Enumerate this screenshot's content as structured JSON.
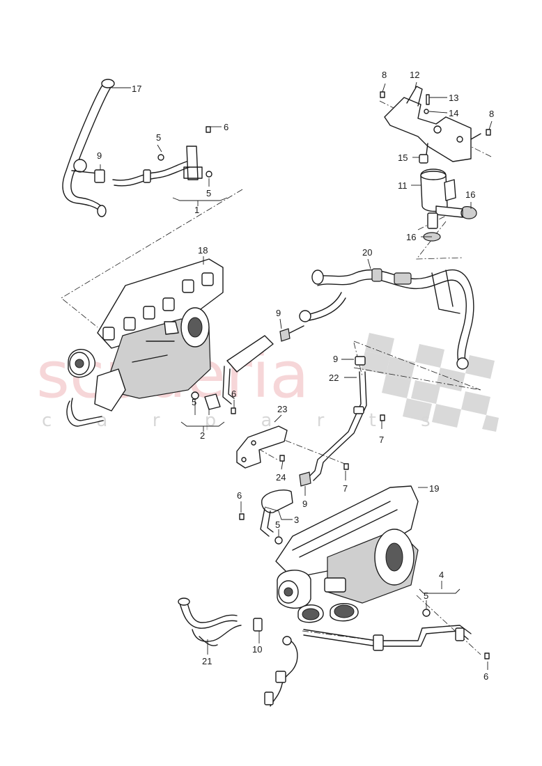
{
  "watermark": {
    "brand": "scuderia",
    "tagline": "c a r   p a r t s",
    "brand_color": "#f0b5b8",
    "flag_color": "#d9d9d9"
  },
  "callouts": [
    {
      "id": "c1",
      "label": "1"
    },
    {
      "id": "c2",
      "label": "2"
    },
    {
      "id": "c3",
      "label": "3"
    },
    {
      "id": "c4",
      "label": "4"
    },
    {
      "id": "c5a",
      "label": "5"
    },
    {
      "id": "c5b",
      "label": "5"
    },
    {
      "id": "c5c",
      "label": "5"
    },
    {
      "id": "c5d",
      "label": "5"
    },
    {
      "id": "c6a",
      "label": "6"
    },
    {
      "id": "c6b",
      "label": "6"
    },
    {
      "id": "c6c",
      "label": "6"
    },
    {
      "id": "c6d",
      "label": "6"
    },
    {
      "id": "c6e",
      "label": "6"
    },
    {
      "id": "c7a",
      "label": "7"
    },
    {
      "id": "c7b",
      "label": "7"
    },
    {
      "id": "c8a",
      "label": "8"
    },
    {
      "id": "c8b",
      "label": "8"
    },
    {
      "id": "c9a",
      "label": "9"
    },
    {
      "id": "c9b",
      "label": "9"
    },
    {
      "id": "c9c",
      "label": "9"
    },
    {
      "id": "c9d",
      "label": "9"
    },
    {
      "id": "c10",
      "label": "10"
    },
    {
      "id": "c11",
      "label": "11"
    },
    {
      "id": "c12",
      "label": "12"
    },
    {
      "id": "c13",
      "label": "13"
    },
    {
      "id": "c14",
      "label": "14"
    },
    {
      "id": "c15",
      "label": "15"
    },
    {
      "id": "c16a",
      "label": "16"
    },
    {
      "id": "c16b",
      "label": "16"
    },
    {
      "id": "c17",
      "label": "17"
    },
    {
      "id": "c18",
      "label": "18"
    },
    {
      "id": "c19",
      "label": "19"
    },
    {
      "id": "c20",
      "label": "20"
    },
    {
      "id": "c21",
      "label": "21"
    },
    {
      "id": "c22",
      "label": "22"
    },
    {
      "id": "c23",
      "label": "23"
    },
    {
      "id": "c24",
      "label": "24"
    }
  ]
}
